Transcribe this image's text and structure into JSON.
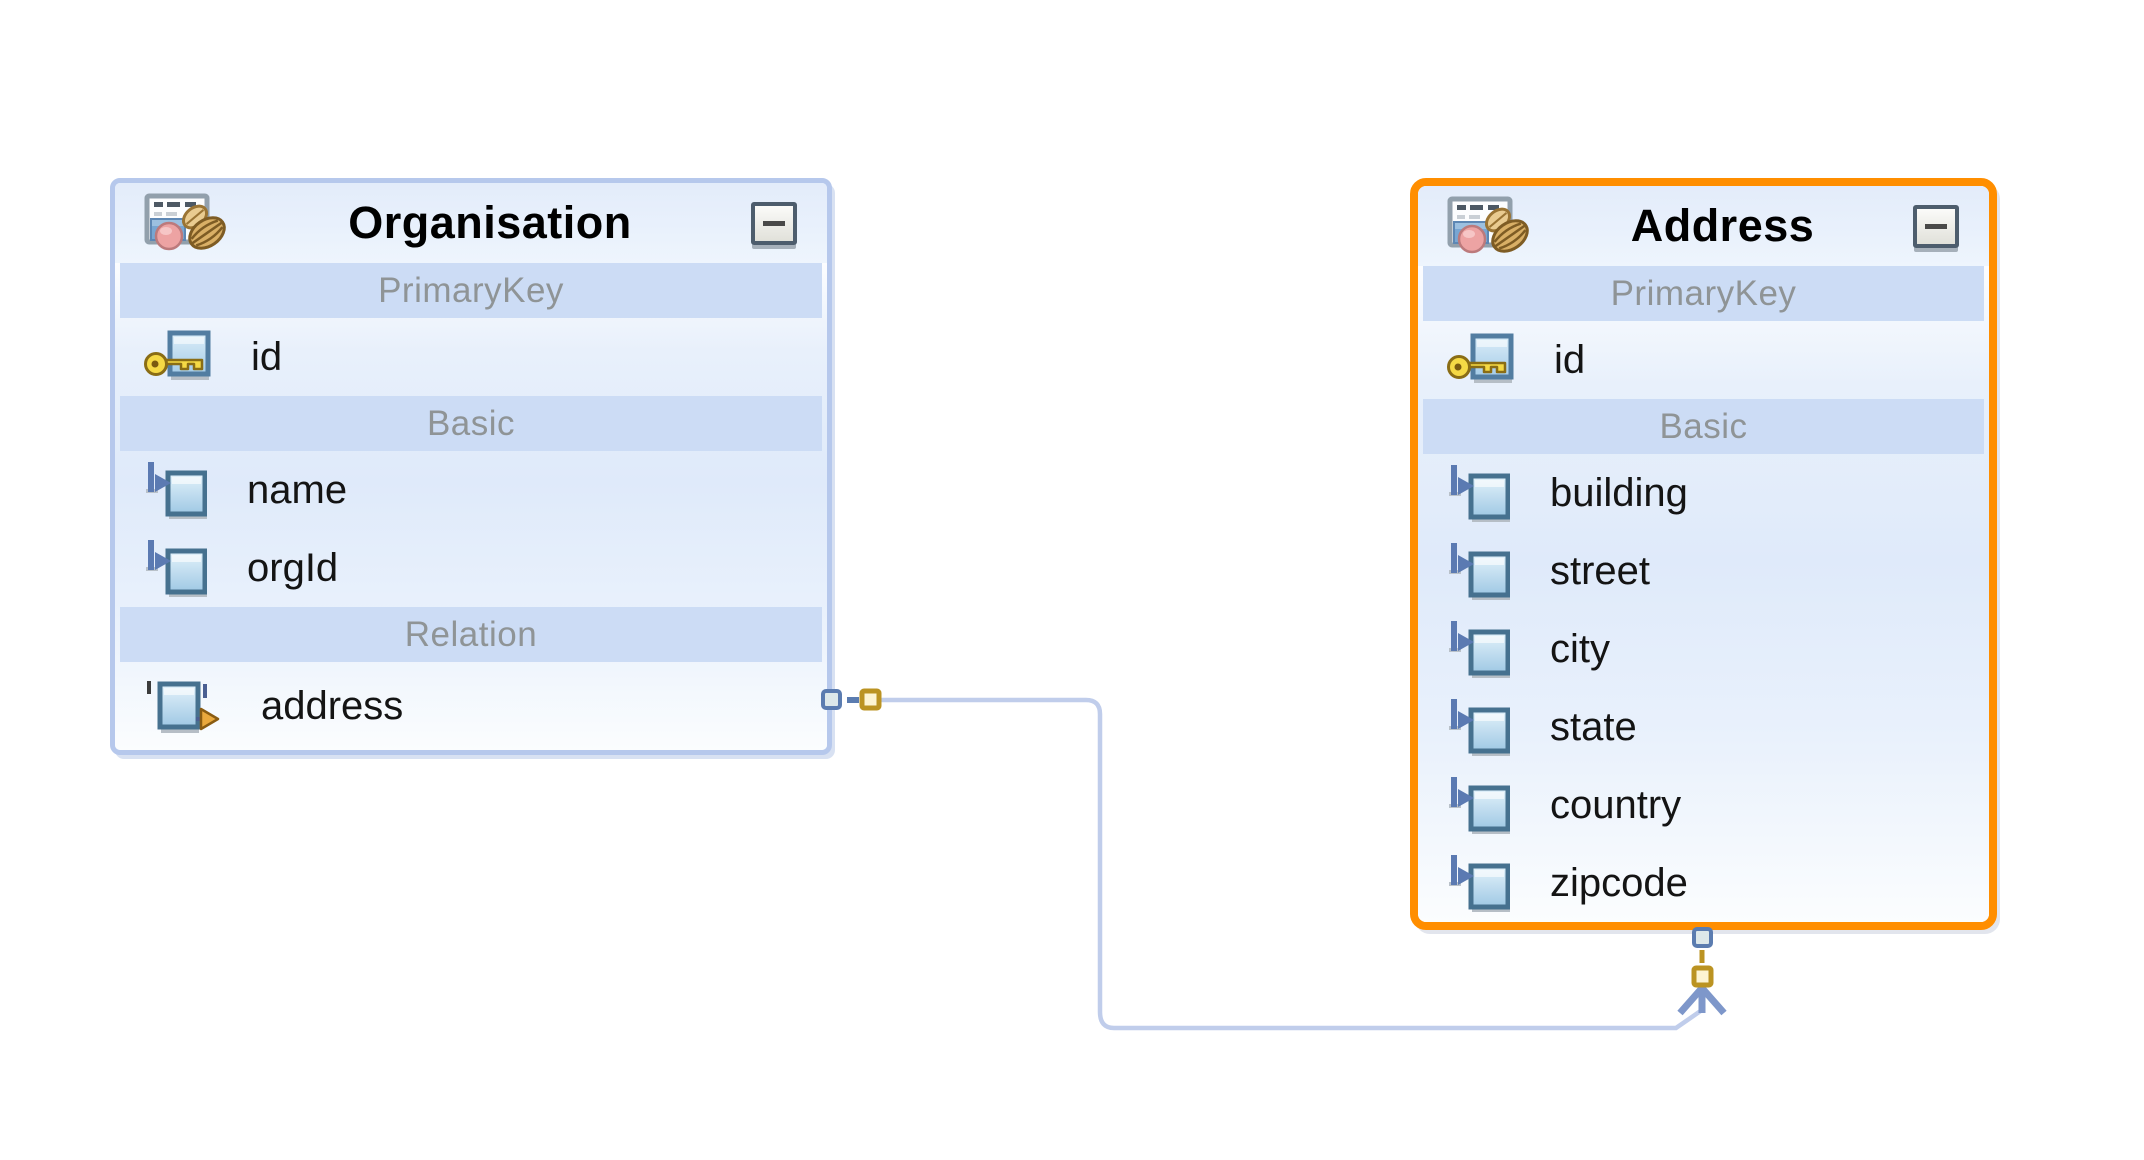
{
  "diagram": {
    "connection": {
      "from_entity": "Organisation",
      "from_attribute": "address",
      "to_entity": "Address",
      "style": "polyline-with-open-arrow"
    },
    "entities": [
      {
        "name": "Organisation",
        "selected": false,
        "header": {
          "icon": "jpa-entity-icon",
          "collapse_icon": "minus-icon"
        },
        "sections": [
          {
            "label": "PrimaryKey",
            "attributes": [
              {
                "name": "id",
                "icon": "key-attribute-icon"
              }
            ]
          },
          {
            "label": "Basic",
            "attributes": [
              {
                "name": "name",
                "icon": "basic-attribute-icon"
              },
              {
                "name": "orgId",
                "icon": "basic-attribute-icon"
              }
            ]
          },
          {
            "label": "Relation",
            "attributes": [
              {
                "name": "address",
                "icon": "relation-attribute-icon"
              }
            ]
          }
        ]
      },
      {
        "name": "Address",
        "selected": true,
        "header": {
          "icon": "jpa-entity-icon",
          "collapse_icon": "minus-icon"
        },
        "sections": [
          {
            "label": "PrimaryKey",
            "attributes": [
              {
                "name": "id",
                "icon": "key-attribute-icon"
              }
            ]
          },
          {
            "label": "Basic",
            "attributes": [
              {
                "name": "building",
                "icon": "basic-attribute-icon"
              },
              {
                "name": "street",
                "icon": "basic-attribute-icon"
              },
              {
                "name": "city",
                "icon": "basic-attribute-icon"
              },
              {
                "name": "state",
                "icon": "basic-attribute-icon"
              },
              {
                "name": "country",
                "icon": "basic-attribute-icon"
              },
              {
                "name": "zipcode",
                "icon": "basic-attribute-icon"
              }
            ]
          }
        ]
      }
    ],
    "colors": {
      "selection_border": "#ff8e00",
      "entity_border": "#b6c8ec",
      "section_band": "#ccdcf5",
      "section_label": "#8f9496",
      "connection_line": "#c0cdeb",
      "connection_arrow": "#7e97ca",
      "handle_gold": "#bb9322"
    }
  }
}
